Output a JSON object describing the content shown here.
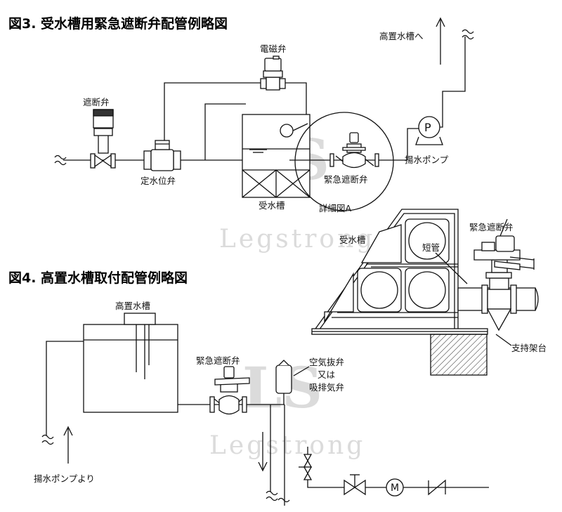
{
  "fig3": {
    "title": "図3. 受水槽用緊急遮断弁配管例略図",
    "labels": {
      "solenoid": "電磁弁",
      "to_elevated": "高置水槽へ",
      "shutoff": "遮断弁",
      "fixed_level": "定水位弁",
      "receiving_tank": "受水槽",
      "emergency_valve": "緊急遮断弁",
      "pump": "揚水ポンプ",
      "pump_symbol": "P",
      "detail_a": "詳細図A"
    }
  },
  "detail": {
    "labels": {
      "receiving_tank": "受水槽",
      "emergency_valve": "緊急遮断弁",
      "short_pipe": "短管",
      "support": "支持架台"
    }
  },
  "fig4": {
    "title": "図4. 高置水槽取付配管例略図",
    "labels": {
      "elevated_tank": "高置水槽",
      "emergency_valve": "緊急遮断弁",
      "air_valve_1": "空気抜弁",
      "air_valve_2": "又は",
      "air_valve_3": "吸排気弁",
      "from_pump": "揚水ポンプより",
      "meter_symbol": "M"
    }
  },
  "watermark": {
    "text": "Legstrong",
    "mark": "LS"
  }
}
